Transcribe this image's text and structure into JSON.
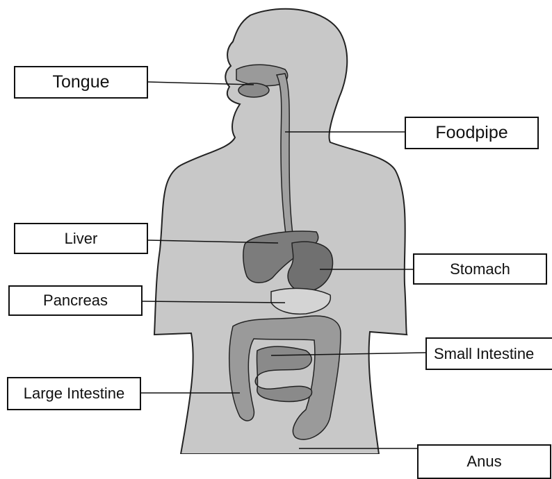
{
  "labels": {
    "tongue": "Tongue",
    "foodpipe": "Foodpipe",
    "liver": "Liver",
    "stomach": "Stomach",
    "pancreas": "Pancreas",
    "small_intestine": "Small Intestine",
    "large_intestine": "Large Intestine",
    "anus": "Anus"
  },
  "colors": {
    "body": "#c8c8c8",
    "organ": "#9a9a9a",
    "organ_dark": "#6e6e6e",
    "outline": "#222222",
    "leader": "#111111"
  }
}
